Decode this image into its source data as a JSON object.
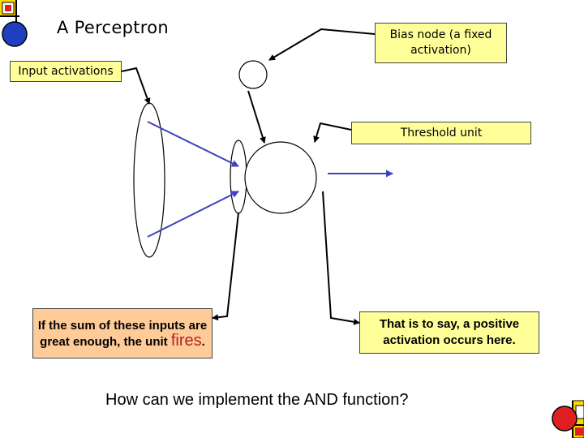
{
  "title": "A Perceptron",
  "labels": {
    "input_activations": "Input activations",
    "bias_node": "Bias node (a fixed activation)",
    "threshold_unit": "Threshold unit",
    "sum_text": "If the sum of these inputs are great enough, the unit",
    "sum_emph": "fires",
    "sum_end": ".",
    "positive_text": "That is to say, a positive activation occurs here."
  },
  "question": "How can we implement the AND function?",
  "colors": {
    "arrow_blue": "#4040c0",
    "callout_yellow": "#ffff99",
    "callout_salmon": "#ffcc99",
    "deco_red": "#e02020",
    "deco_blue": "#1f3fbf",
    "deco_yellow": "#ffd700",
    "emphasis_red": "#b22222"
  }
}
